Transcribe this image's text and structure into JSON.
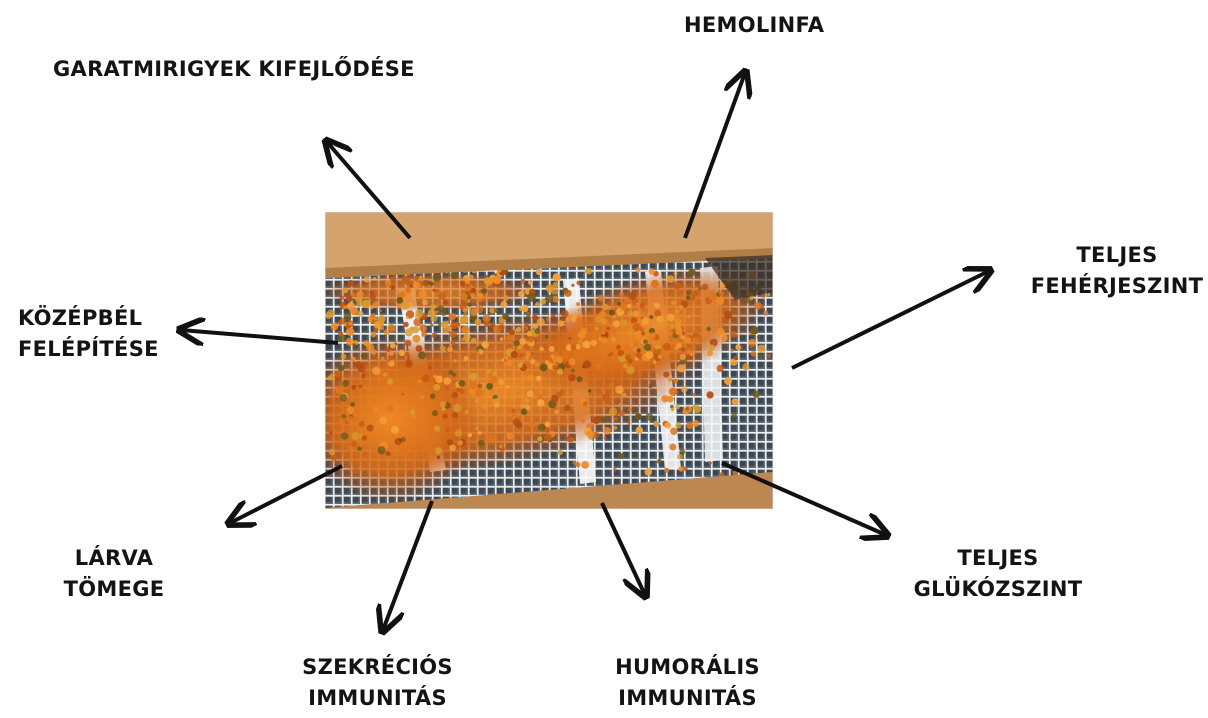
{
  "labels": {
    "hemolinfa": [
      "HEMOLINFA"
    ],
    "garatmirigyek": [
      "GARATMIRIGYEK KIFEJLŐDÉSE"
    ],
    "kozepbel": [
      "KÖZÉPBÉL",
      "FELÉPÍTÉSE"
    ],
    "teljes_feherje": [
      "TELJES",
      "FEHÉRJESZINT"
    ],
    "larva": [
      "LÁRVA",
      "TÖMEGE"
    ],
    "teljes_glukoz": [
      "TELJES",
      "GLÜKÓZSZINT"
    ],
    "szekrecios": [
      "SZEKRÉCIÓS",
      "IMMUNITÁS"
    ],
    "humoralis": [
      "HUMORÁLIS",
      "IMMUNITÁS"
    ]
  },
  "photo": {
    "subject": "pollen-trap-photo"
  },
  "colors": {
    "text": "#141414",
    "arrow": "#111111",
    "wood": "#c99a62",
    "pollen_orange": "#d9731c",
    "mesh": "#e8eaec"
  }
}
